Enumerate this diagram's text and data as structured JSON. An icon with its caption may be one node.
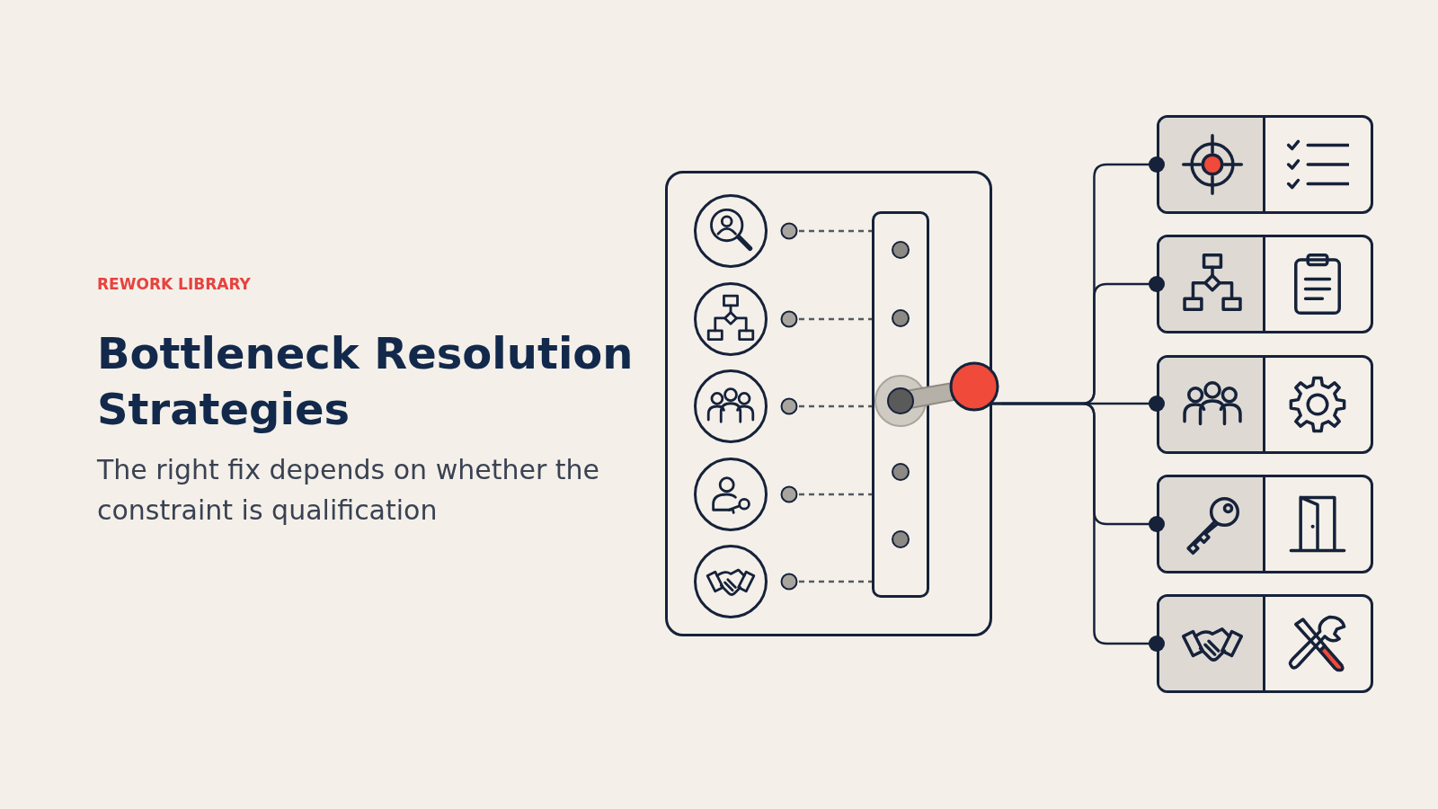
{
  "diagram": {
    "title": "Bottleneck Resolution Strategies",
    "nodes": [
      {
        "text": [],
        "shape": "box"
      },
      {
        "text": [],
        "shape": "circle",
        "in": 0
      },
      {
        "text": [],
        "shape": "circle",
        "in": 0
      },
      {
        "text": [],
        "shape": "circle",
        "in": 0
      },
      {
        "text": [],
        "shape": "circle",
        "in": 0
      },
      {
        "text": [],
        "shape": "circle",
        "in": 0
      },
      {
        "text": [],
        "shape": "bar",
        "in": 0
      },
      {
        "text": [],
        "shape": "box"
      },
      {
        "text": [],
        "shape": "box"
      },
      {
        "text": [],
        "shape": "box"
      },
      {
        "text": [],
        "shape": "box"
      },
      {
        "text": [],
        "shape": "box"
      }
    ],
    "edges": [
      {
        "from": 1,
        "to": 6,
        "arrow": "other",
        "style": "dashed"
      },
      {
        "from": 2,
        "to": 6,
        "arrow": "other",
        "style": "dashed"
      },
      {
        "from": 3,
        "to": 6,
        "arrow": "other",
        "style": "dashed"
      },
      {
        "from": 4,
        "to": 6,
        "arrow": "other",
        "style": "dashed"
      },
      {
        "from": 5,
        "to": 6,
        "arrow": "other",
        "style": "dashed"
      },
      {
        "from": 0,
        "to": 7,
        "arrow": "other"
      },
      {
        "from": 0,
        "to": 8,
        "arrow": "other"
      },
      {
        "from": 0,
        "to": 9,
        "arrow": "other"
      },
      {
        "from": 0,
        "to": 10,
        "arrow": "other"
      },
      {
        "from": 0,
        "to": 11,
        "arrow": "other"
      }
    ],
    "labels": [
      "REWORK LIBRARY",
      "The right fix depends on whether the constraint is qualification"
    ]
  }
}
